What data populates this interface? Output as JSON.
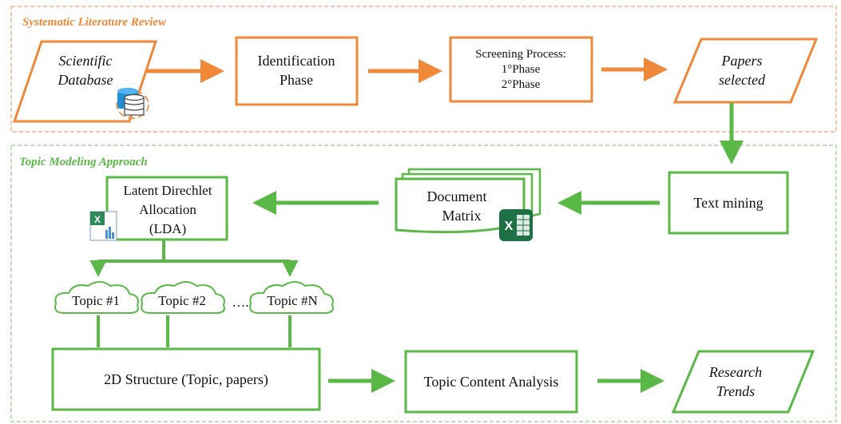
{
  "colors": {
    "orange": "#f0883a",
    "green": "#5ab946",
    "excel_green": "#1e7145",
    "db_blue": "#1f8fd6"
  },
  "sections": {
    "slr_title": "Systematic Literature Review",
    "tma_title": "Topic Modeling Approach"
  },
  "nodes": {
    "scientific_database": [
      "Scientific",
      "Database"
    ],
    "identification_phase": [
      "Identification",
      "Phase"
    ],
    "screening_process": [
      "Screening Process:",
      "1°Phase",
      "2°Phase"
    ],
    "papers_selected": [
      "Papers",
      "selected"
    ],
    "text_mining": "Text mining",
    "document_matrix": [
      "Document",
      "Matrix"
    ],
    "lda": [
      "Latent Direchlet",
      "Allocation",
      "(LDA)"
    ],
    "topics": [
      "Topic #1",
      "Topic #2",
      "Topic #N"
    ],
    "topics_ellipsis": "….",
    "structure_2d": "2D Structure (Topic, papers)",
    "topic_content_analysis": "Topic Content Analysis",
    "research_trends": [
      "Research",
      "Trends"
    ]
  },
  "icons": {
    "database": "database-icon",
    "excel": "excel-icon",
    "spreadsheet": "spreadsheet-chart-icon"
  }
}
